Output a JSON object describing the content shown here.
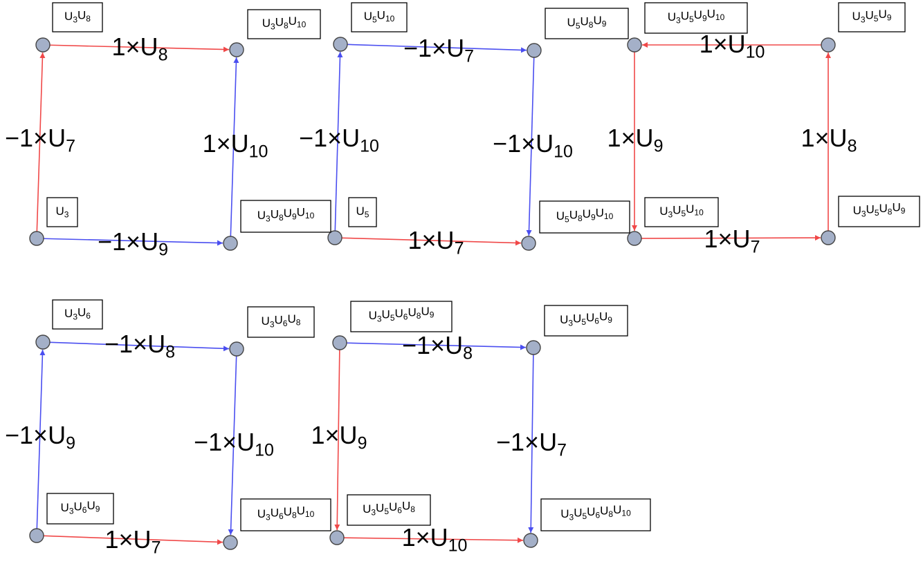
{
  "colors": {
    "positive_edge": "#f04848",
    "negative_edge": "#4a4ef0",
    "node_fill": "#a4b0c8",
    "node_stroke": "#444444"
  },
  "squares": [
    {
      "nodes": [
        {
          "label": "U_3U_8"
        },
        {
          "label": "U_3U_8U_10"
        },
        {
          "label": "U_3"
        },
        {
          "label": "U_3U_8U_9U_10"
        }
      ],
      "edges": [
        {
          "from": 2,
          "to": 0,
          "label": "1×U_8",
          "sign": "positive"
        },
        {
          "from": 0,
          "to": 1,
          "label": "1×U_10",
          "sign": "positive"
        },
        {
          "from": 2,
          "to": 3,
          "label": "−1×U_7",
          "sign": "negative"
        },
        {
          "from": 3,
          "to": 1,
          "label": "−1×U_9",
          "sign": "negative"
        }
      ]
    },
    {
      "nodes": [
        {
          "label": "U_5U_10"
        },
        {
          "label": "U_5U_8U_9"
        },
        {
          "label": "U_5"
        },
        {
          "label": "U_5U_8U_9U_10"
        }
      ],
      "edges": [
        {
          "from": 2,
          "to": 0,
          "label": "−1×U_10",
          "sign": "negative"
        },
        {
          "from": 0,
          "to": 1,
          "label": "−1×U_7",
          "sign": "negative"
        },
        {
          "from": 2,
          "to": 3,
          "label": "1×U_7",
          "sign": "positive"
        },
        {
          "from": 1,
          "to": 3,
          "label": "−1×U_10",
          "sign": "negative"
        }
      ]
    },
    {
      "nodes": [
        {
          "label": "U_3U_5U_9U_10"
        },
        {
          "label": "U_3U_5U_9"
        },
        {
          "label": "U_3U_5U_10"
        },
        {
          "label": "U_3U_5U_8U_9"
        }
      ],
      "edges": [
        {
          "from": 1,
          "to": 0,
          "label": "1×U_10",
          "sign": "positive"
        },
        {
          "from": 0,
          "to": 2,
          "label": "1×U_9",
          "sign": "positive"
        },
        {
          "from": 2,
          "to": 3,
          "label": "1×U_7",
          "sign": "positive"
        },
        {
          "from": 3,
          "to": 1,
          "label": "1×U_8",
          "sign": "positive"
        }
      ]
    },
    {
      "nodes": [
        {
          "label": "U_3U_6"
        },
        {
          "label": "U_3U_6U_8"
        },
        {
          "label": "U_3U_6U_9"
        },
        {
          "label": "U_3U_6U_8U_10"
        }
      ],
      "edges": [
        {
          "from": 2,
          "to": 0,
          "label": "−1×U_9",
          "sign": "negative"
        },
        {
          "from": 0,
          "to": 1,
          "label": "−1×U_8",
          "sign": "negative"
        },
        {
          "from": 2,
          "to": 3,
          "label": "1×U_7",
          "sign": "positive"
        },
        {
          "from": 1,
          "to": 3,
          "label": "−1×U_10",
          "sign": "negative"
        }
      ]
    },
    {
      "nodes": [
        {
          "label": "U_3U_5U_6U_8U_9"
        },
        {
          "label": "U_3U_5U_6U_9"
        },
        {
          "label": "U_3U_5U_6U_8"
        },
        {
          "label": "U_3U_5U_6U_8U_10"
        }
      ],
      "edges": [
        {
          "from": 0,
          "to": 2,
          "label": "1×U_9",
          "sign": "positive"
        },
        {
          "from": 0,
          "to": 1,
          "label": "−1×U_8",
          "sign": "negative"
        },
        {
          "from": 2,
          "to": 3,
          "label": "1×U_10",
          "sign": "positive"
        },
        {
          "from": 1,
          "to": 3,
          "label": "−1×U_7",
          "sign": "negative"
        }
      ]
    }
  ]
}
